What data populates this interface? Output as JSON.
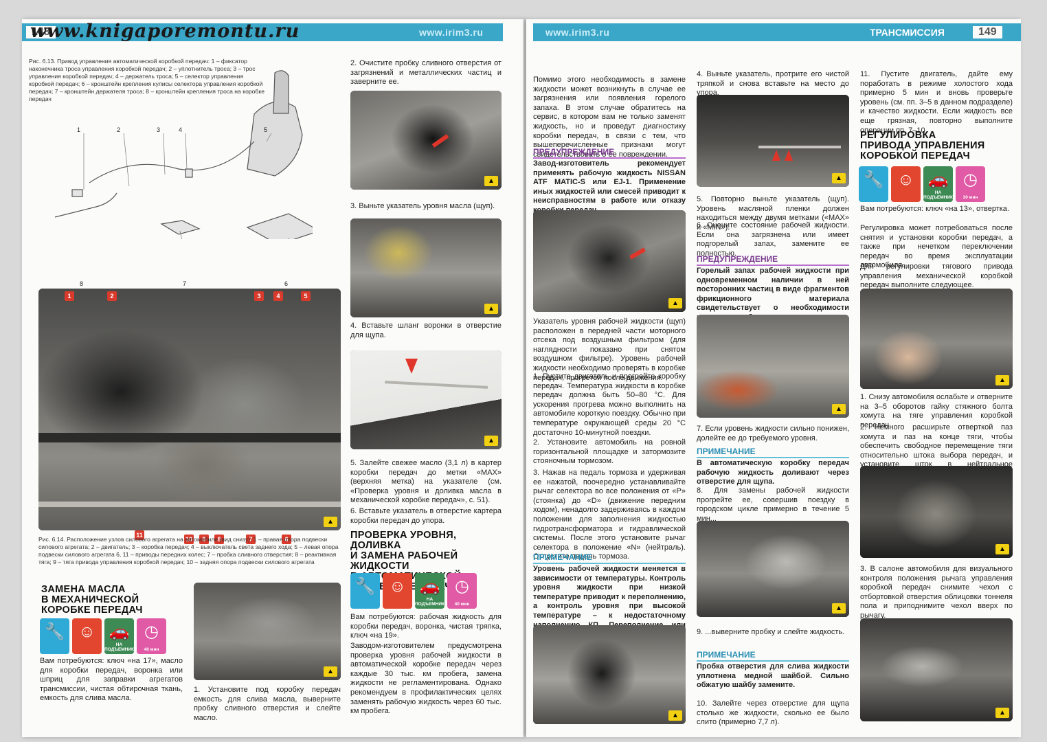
{
  "watermark": "www.knigaporemontu.ru",
  "left": {
    "page_number": "148",
    "url": "www.irim3.ru",
    "fig613_caption": "Рис. 6.13. Привод управления автоматической коробкой передач: 1 – фиксатор наконечника троса управления коробкой передач; 2 – уплотнитель троса; 3 – трос управления коробкой передач; 4 – держатель троса; 5 – селектор управления коробкой передач; 6 – кронштейн крепления кулисы селектора управления коробкой передач; 7 – кронштейн держателя троса; 8 – кронштейн крепления троса на коробке передач",
    "diagram_labels": [
      "1",
      "2",
      "3",
      "4",
      "5",
      "6",
      "7",
      "8"
    ],
    "fig614_markers": [
      "1",
      "2",
      "3",
      "4",
      "5",
      "6",
      "7",
      "8",
      "9",
      "10",
      "11"
    ],
    "fig614_caption": "Рис. 6.14. Расположение узлов силового агрегата на автомобиле (вид снизу): 1 – правая опора подвески силового агрегата; 2 – двигатель; 3 – коробка передач; 4 – выключатель света заднего хода; 5 – левая опора подвески силового агрегата 6, 11 – приводы передних колес; 7 – пробка сливного отверстия; 8 – реактивная тяга; 9 – тяга привода управления коробкой передач; 10 – задняя опора подвески силового агрегата",
    "manual_title": [
      "ЗАМЕНА МАСЛА",
      "В МЕХАНИЧЕСКОЙ",
      "КОРОБКЕ ПЕРЕДАЧ"
    ],
    "icon_labels": [
      "НА ПОДЪЕМНИКЕ",
      "40 мин"
    ],
    "manual_need": "Вам потребуются: ключ «на 17», масло для коробки передач, воронка или шприц для заправки агрегатов трансмиссии, чистая обтирочная ткань, емкость для слива масла.",
    "step1": "1. Установите под коробку передач емкость для слива масла, выверните пробку сливного отверстия и слейте масло.",
    "step2": "2. Очистите пробку сливного отверстия от загрязнений и металлических частиц и заверните ее.",
    "step3": "3. Выньте указатель уровня масла (щуп).",
    "step4": "4. Вставьте шланг воронки в отверстие для щупа.",
    "step5": "5. Залейте свежее масло (3,1 л) в картер коробки передач до метки «MAX» (верхняя метка) на указателе (см. «Проверка уровня и доливка масла в механической коробке передач», с. 51).",
    "step6": "6. Вставьте указатель в отверстие картера коробки передач до упора.",
    "auto_title": [
      "ПРОВЕРКА УРОВНЯ, ДОЛИВКА",
      "И ЗАМЕНА РАБОЧЕЙ ЖИДКОСТИ",
      "В АВТОМАТИЧЕСКОЙ",
      "КОРОБКЕ ПЕРЕДАЧ"
    ],
    "auto_need": "Вам потребуются: рабочая жидкость для коробки передач, воронка, чистая тряпка, ключ «на 19».",
    "auto_p1": "Заводом-изготовителем предусмотрена проверка уровня рабочей жидкости в автоматической коробке передач через каждые 30 тыс. км пробега, замена жидкости не регламентирована. Однако рекомендуем в профилактических целях заменять рабочую жидкость через 60 тыс. км пробега."
  },
  "right": {
    "page_number": "149",
    "url": "www.irim3.ru",
    "section": "ТРАНСМИССИЯ",
    "col1_p1": "Помимо этого необходимость в замене жидкости может возникнуть в случае ее загрязнения или появления горелого запаха. В этом случае обратитесь на сервис, в котором вам не только заменят жидкость, но и проведут диагностику коробки передач, в связи с тем, что вышеперечисленные признаки могут свидетельствовать о ее повреждении.",
    "warn1_title": "ПРЕДУПРЕЖДЕНИЕ",
    "warn1_text": "Завод-изготовитель рекомендует применять рабочую жидкость NISSAN ATF MATIC-S или EJ-1. Применение иных жидкостей или смесей приводит к неисправностям в работе или отказу коробки передач.",
    "col1_p2": "Указатель уровня рабочей жидкости (щуп) расположен в передней части моторного отсека под воздушным фильтром (для наглядности показано при снятом воздушном фильтре). Уровень рабочей жидкости необходимо проверять в коробке передач, прогретой после движения.",
    "col1_s1": "1. Пустите двигатель и прогрейте коробку передач. Температура жидкости в коробке передач должна быть 50–80 °С. Для ускорения прогрева можно выполнить на автомобиле короткую поездку. Обычно при температуре окружающей среды 20 °С достаточно 10-минутной поездки.",
    "col1_s2": "2. Установите автомобиль на ровной горизонтальной площадке и затормозите стояночным тормозом.",
    "col1_s3": "3. Нажав на педаль тормоза и удерживая ее нажатой, поочередно устанавливайте рычаг селектора во все положения от «P» (стоянка) до «D» (движение передним ходом), ненадолго задерживаясь в каждом положении для заполнения жидкостью гидротрансформатора и гидравлической системы. После этого установите рычаг селектора в положение «N» (нейтраль). Отпустите педаль тормоза.",
    "note1_title": "ПРИМЕЧАНИЕ",
    "note1_text": "Уровень рабочей жидкости меняется в зависимости от температуры. Контроль уровня жидкости при низкой температуре приводит к переполнению, а контроль уровня при высокой температуре – к недостаточному наполнению КП. Переполнение или недостаточное наполнение нарушает работу коробки передач.",
    "col2_s4": "4. Выньте указатель, протрите его чистой тряпкой и снова вставьте на место до упора.",
    "col2_s5": "5. Повторно выньте указатель (щуп). Уровень масляной пленки должен находиться между двумя метками («MAX» и «MIN»).",
    "col2_s6": "6. Оцените состояние рабочей жидкости. Если она загрязнена или имеет подгорелый запах, замените ее полностью.",
    "warn2_title": "ПРЕДУПРЕЖДЕНИЕ",
    "warn2_text": "Горелый запах рабочей жидкости при одновременном наличии в ней посторонних частиц в виде фрагментов фрикционного материала свидетельствует о необходимости ремонта коробки передач.",
    "col2_s7": "7. Если уровень жидкости сильно понижен, долейте ее до требуемого уровня.",
    "note2_title": "ПРИМЕЧАНИЕ",
    "note2_text": "В автоматическую коробку передач рабочую жидкость доливают через отверстие для щупа.",
    "col2_s8": "8. Для замены рабочей жидкости прогрейте ее, совершив поездку в городском цикле примерно в течение 5 мин...",
    "col2_s9": "9. ...выверните пробку и слейте жидкость.",
    "note3_title": "ПРИМЕЧАНИЕ",
    "note3_text": "Пробка отверстия для слива жидкости уплотнена медной шайбой. Сильно обжатую шайбу замените.",
    "col2_s10": "10. Залейте через отверстие для щупа столько же жидкости, сколько ее было слито (примерно 7,7 л).",
    "col3_s11": "11. Пустите двигатель, дайте ему поработать в режиме холостого хода примерно 5 мин и вновь проверьте уровень (см. пп. 3–5 в данном подразделе) и качество жидкости. Если жидкость все еще грязная, повторно выполните операции пп. 7–10.",
    "reg_title": [
      "РЕГУЛИРОВКА",
      "ПРИВОДА УПРАВЛЕНИЯ",
      "КОРОБКОЙ ПЕРЕДАЧ"
    ],
    "icon_labels": [
      "НА ПОДЪЕМНИКЕ",
      "30 мин"
    ],
    "reg_need": "Вам потребуются: ключ «на 13», отвертка.",
    "reg_p1": "Регулировка может потребоваться после снятия и установки коробки передач, а также при нечетком переключении передач во время эксплуатации автомобиля.",
    "reg_p2": "Для регулировки тягового привода управления механической коробкой передач выполните следующее.",
    "reg_s1": "1. Снизу автомобиля ослабьте и отверните на 3–5 оборотов гайку стяжного болта хомута на тяге управления коробкой передач.",
    "reg_s2": "2. Немного расширьте отверткой паз хомута и паз на конце тяги, чтобы обеспечить свободное перемещение тяги относительно штока выбора передач, и установите шток в нейтральное положение.",
    "reg_s3": "3. В салоне автомобиля для визуального контроля положения рычага управления коробкой передач снимите чехол с отбортовкой отверстия облицовки тоннеля пола и приподнимите чехол вверх по рычагу."
  }
}
